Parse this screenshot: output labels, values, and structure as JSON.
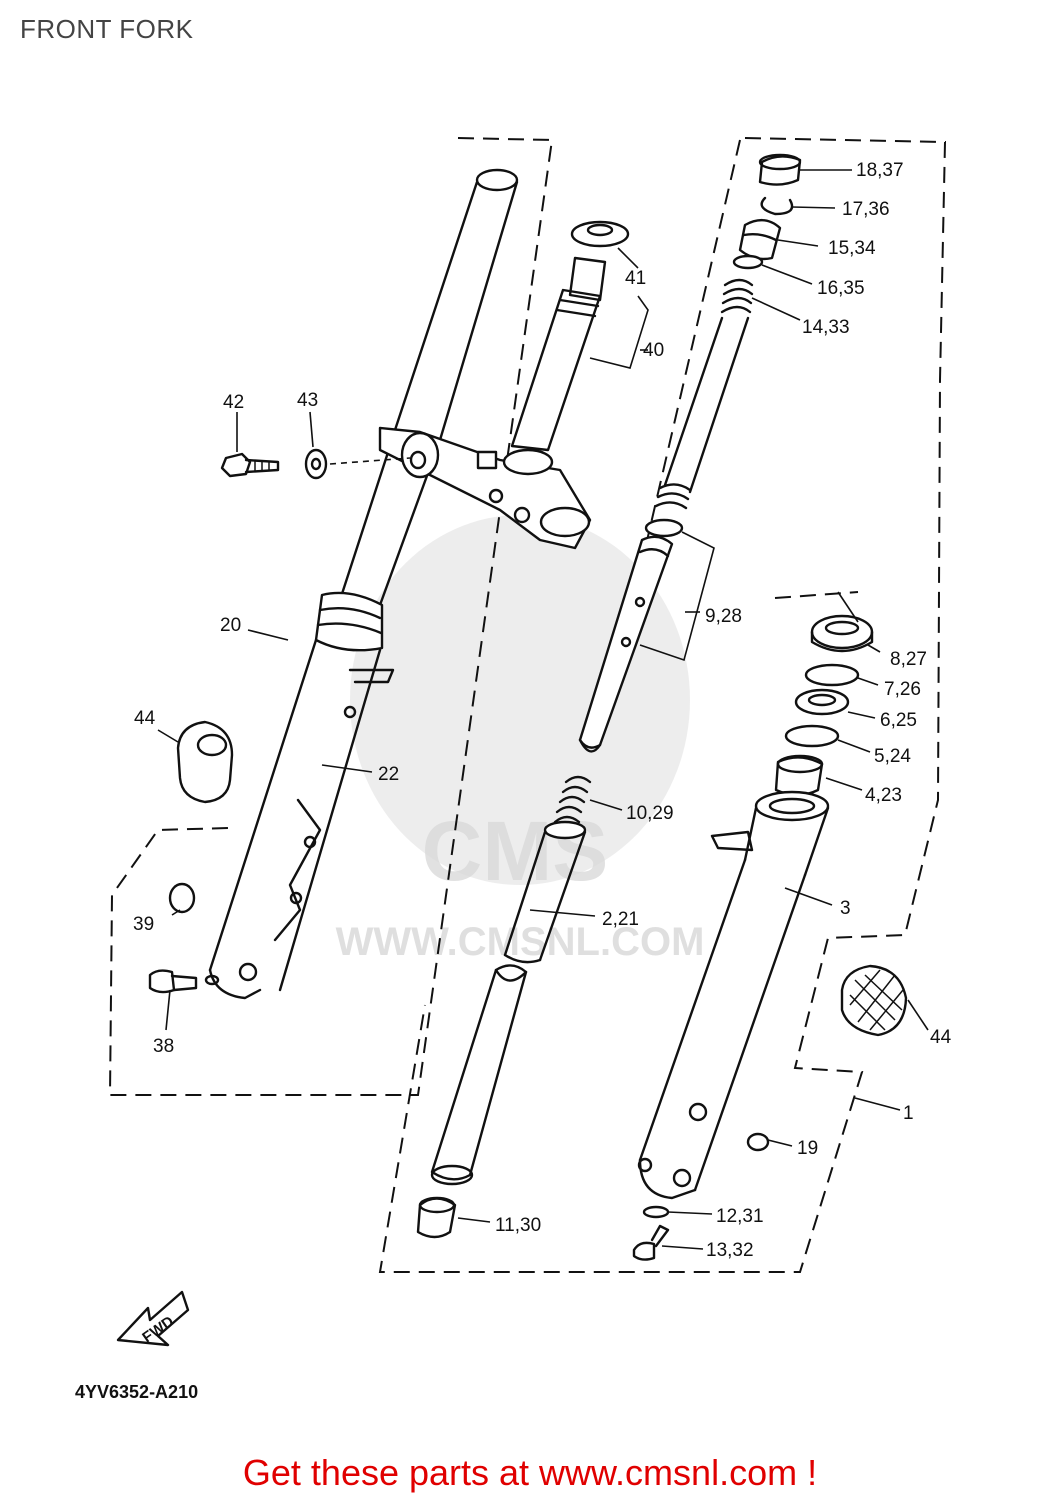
{
  "header": {
    "title": "FRONT FORK"
  },
  "diagram": {
    "code": "4YV6352-A210",
    "fwd_arrow_label": "FWD",
    "watermark_text": "WWW.CMSNL.COM",
    "watermark_logo": "CMS",
    "callouts": [
      "18,37",
      "17,36",
      "15,34",
      "16,35",
      "14,33",
      "41",
      "40",
      "42",
      "43",
      "9,28",
      "20",
      "8,27",
      "7,26",
      "44",
      "6,25",
      "22",
      "5,24",
      "4,23",
      "10,29",
      "3",
      "39",
      "2,21",
      "44",
      "38",
      "1",
      "19",
      "12,31",
      "11,30",
      "13,32"
    ]
  },
  "footer": {
    "cta": "Get these parts at www.cmsnl.com !",
    "cta_color": "#e00000"
  }
}
